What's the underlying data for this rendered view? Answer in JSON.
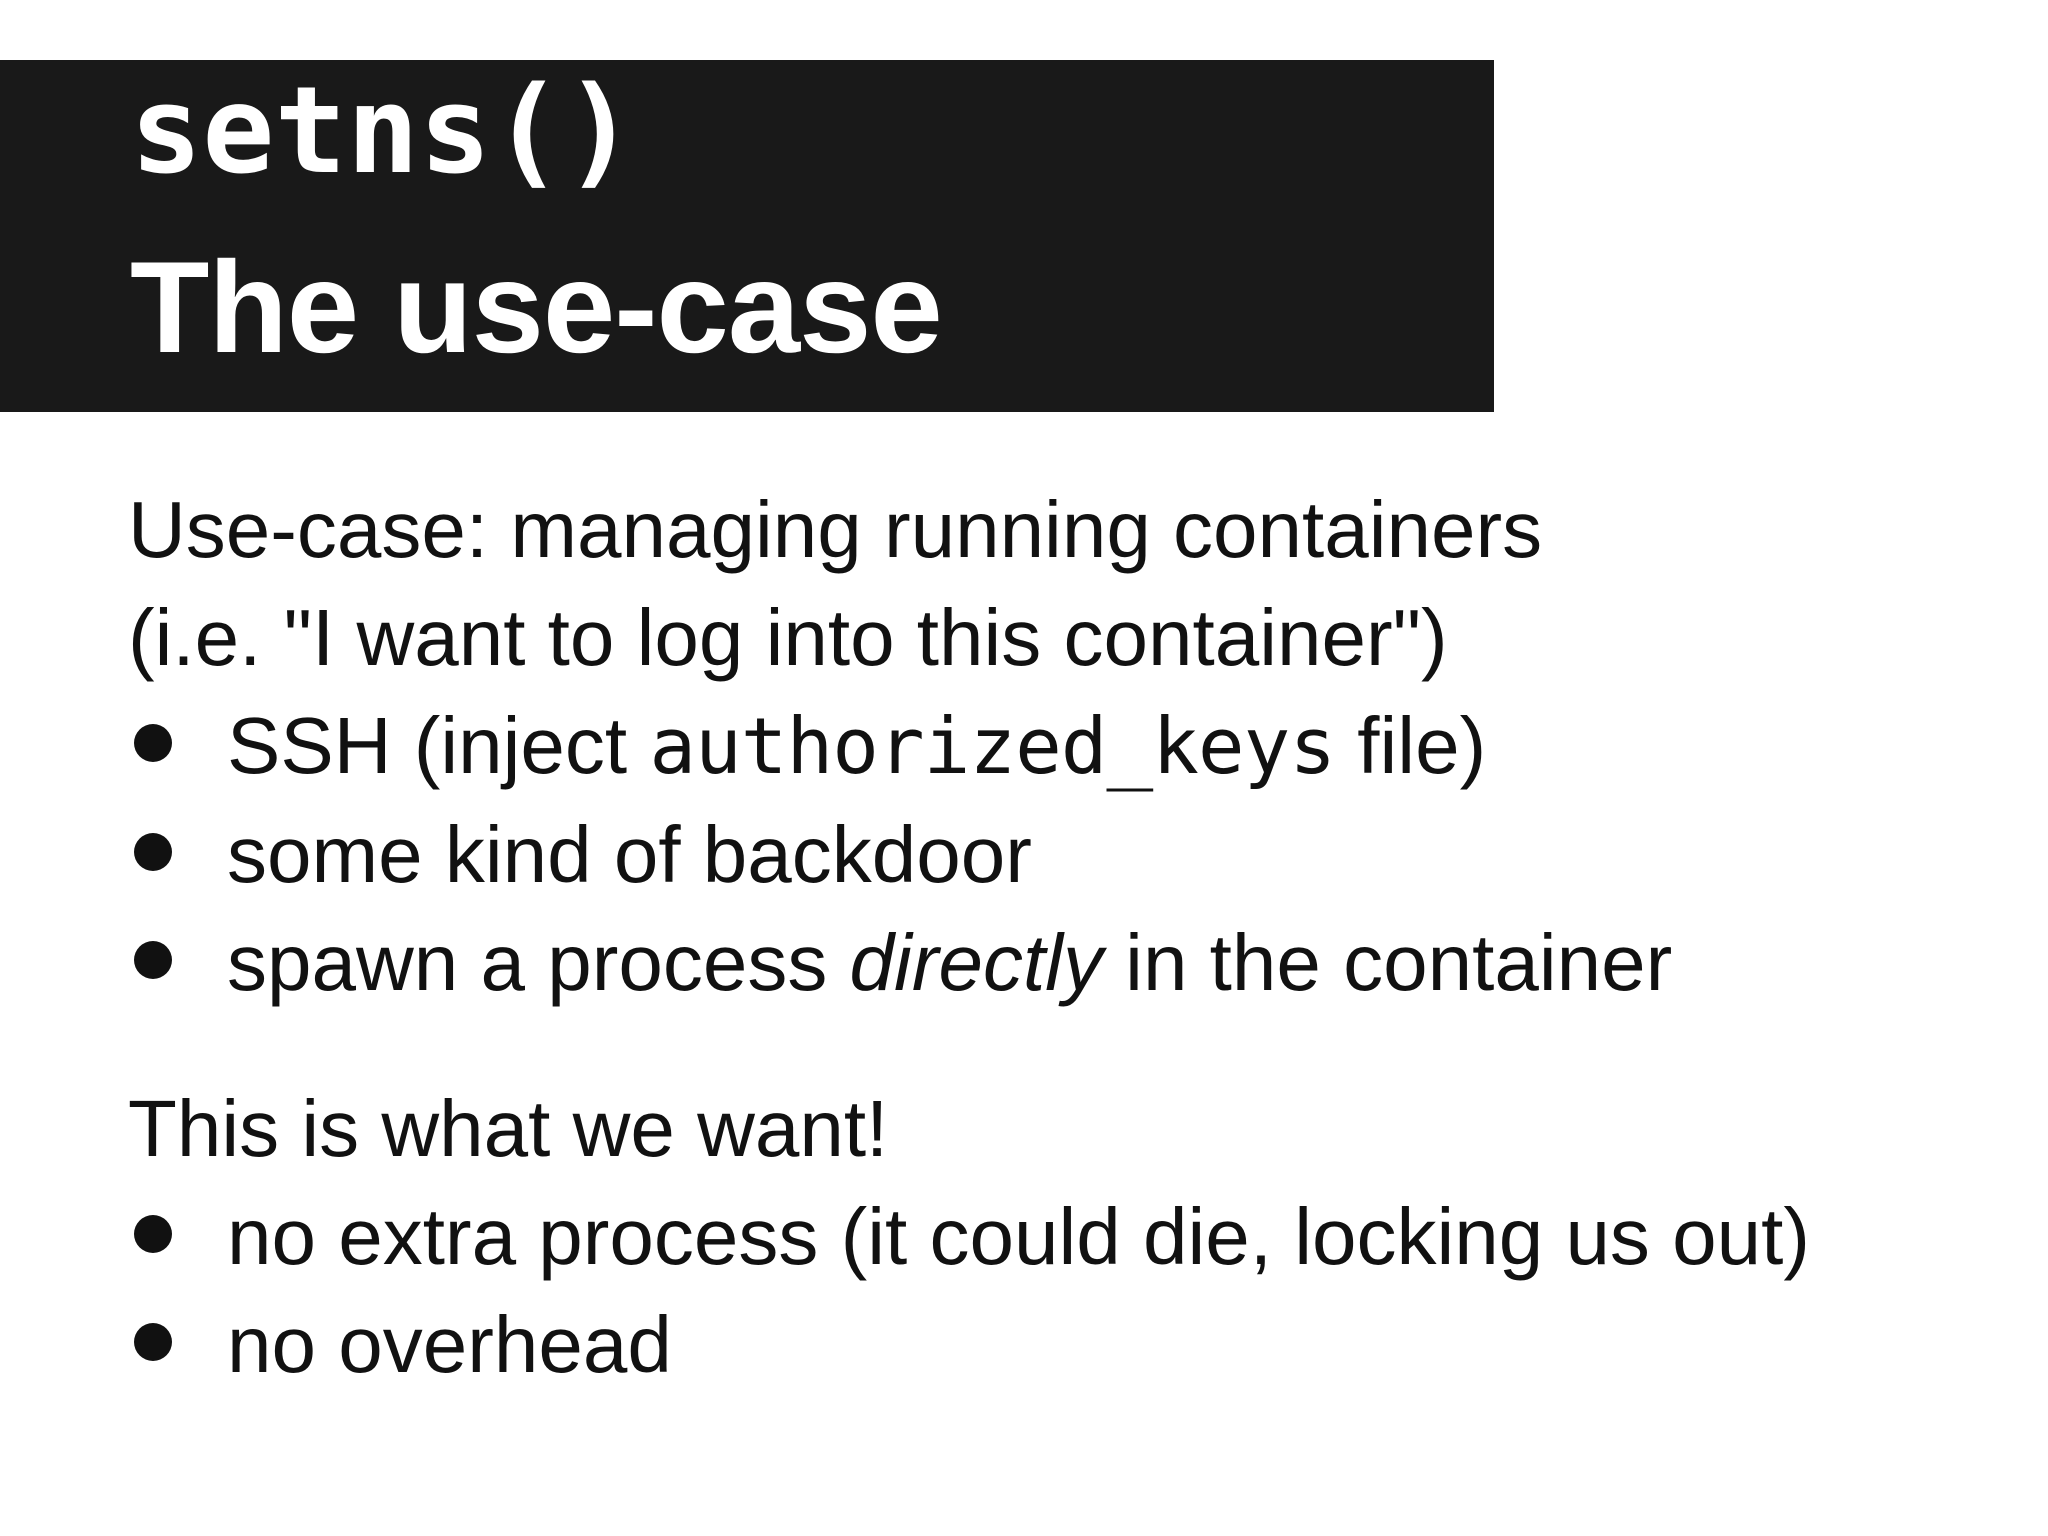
{
  "header": {
    "function_title": "setns()",
    "subtitle": "The use-case"
  },
  "body": {
    "intro_line1": "Use-case: managing running containers",
    "intro_line2": "(i.e. \"I want to log into this container\")",
    "bullets_use_case": [
      {
        "pre": "SSH (inject ",
        "mono": "authorized_keys",
        "post": " file)"
      },
      {
        "pre": "some kind of backdoor"
      },
      {
        "pre": "spawn a process ",
        "italic": "directly",
        "post": " in the container"
      }
    ],
    "statement": "This is what we want!",
    "bullets_requirements": [
      {
        "text": "no extra process (it could die, locking us out)"
      },
      {
        "text": "no overhead"
      }
    ]
  },
  "colors": {
    "title_bar_bg": "#191919",
    "title_text": "#ffffff",
    "body_text": "#111111",
    "page_bg": "#ffffff"
  }
}
